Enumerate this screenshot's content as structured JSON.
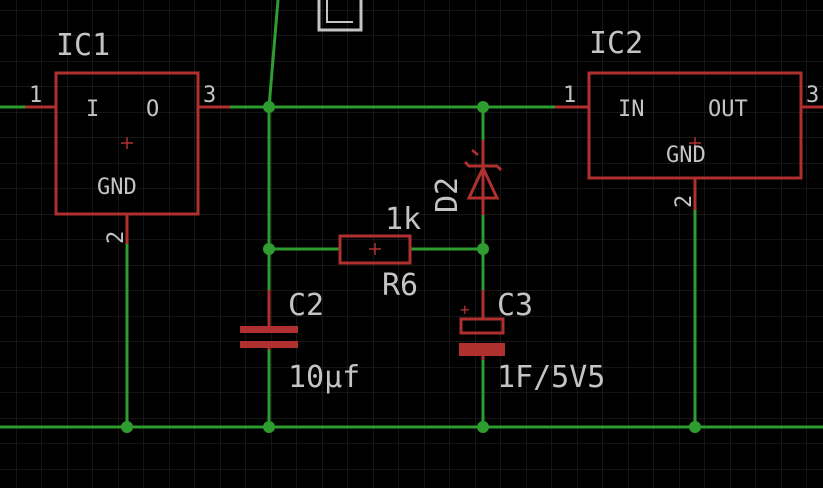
{
  "colors": {
    "background": "#000000",
    "grid": "#2a2a2a",
    "wire": "#2e9c2e",
    "component": "#b03030",
    "text": "#c4c4c4"
  },
  "ic1": {
    "name": "IC1",
    "input_label": "I",
    "output_label": "O",
    "gnd_label": "GND",
    "pin_in": "1",
    "pin_gnd": "2",
    "pin_out": "3"
  },
  "ic2": {
    "name": "IC2",
    "input_label": "IN",
    "output_label": "OUT",
    "gnd_label": "GND",
    "pin_in": "1",
    "pin_gnd": "2",
    "pin_out": "3"
  },
  "d2": {
    "name": "D2"
  },
  "r6": {
    "name": "R6",
    "value": "1k"
  },
  "c2": {
    "name": "C2",
    "value": "10µf"
  },
  "c3": {
    "name": "C3",
    "value": "1F/5V5",
    "polarity": "+"
  }
}
